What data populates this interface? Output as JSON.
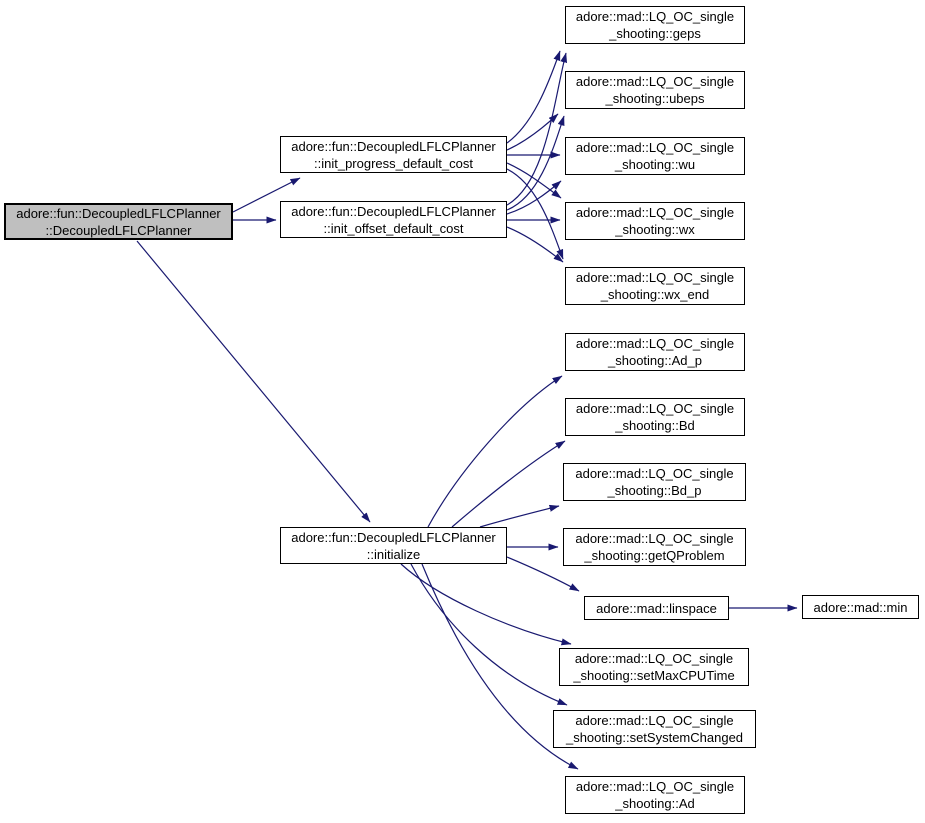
{
  "diagram": {
    "type": "call-graph",
    "colors": {
      "edge": "#191970",
      "node_border": "#000000",
      "node_fill": "#ffffff",
      "highlight_fill": "#bfbfbf",
      "background": "#ffffff",
      "text": "#000000"
    },
    "nodes": [
      {
        "id": "ctor",
        "label": "adore::fun::DecoupledLFLCPlanner\n::DecoupledLFLCPlanner",
        "highlighted": true
      },
      {
        "id": "initp",
        "label": "adore::fun::DecoupledLFLCPlanner\n::init_progress_default_cost",
        "highlighted": false
      },
      {
        "id": "inito",
        "label": "adore::fun::DecoupledLFLCPlanner\n::init_offset_default_cost",
        "highlighted": false
      },
      {
        "id": "initz",
        "label": "adore::fun::DecoupledLFLCPlanner\n::initialize",
        "highlighted": false
      },
      {
        "id": "geps",
        "label": "adore::mad::LQ_OC_single\n_shooting::geps",
        "highlighted": false
      },
      {
        "id": "ubeps",
        "label": "adore::mad::LQ_OC_single\n_shooting::ubeps",
        "highlighted": false
      },
      {
        "id": "wu",
        "label": "adore::mad::LQ_OC_single\n_shooting::wu",
        "highlighted": false
      },
      {
        "id": "wx",
        "label": "adore::mad::LQ_OC_single\n_shooting::wx",
        "highlighted": false
      },
      {
        "id": "wxend",
        "label": "adore::mad::LQ_OC_single\n_shooting::wx_end",
        "highlighted": false
      },
      {
        "id": "adp",
        "label": "adore::mad::LQ_OC_single\n_shooting::Ad_p",
        "highlighted": false
      },
      {
        "id": "bd",
        "label": "adore::mad::LQ_OC_single\n_shooting::Bd",
        "highlighted": false
      },
      {
        "id": "bdp",
        "label": "adore::mad::LQ_OC_single\n_shooting::Bd_p",
        "highlighted": false
      },
      {
        "id": "getq",
        "label": "adore::mad::LQ_OC_single\n_shooting::getQProblem",
        "highlighted": false
      },
      {
        "id": "linspace",
        "label": "adore::mad::linspace",
        "highlighted": false
      },
      {
        "id": "setmax",
        "label": "adore::mad::LQ_OC_single\n_shooting::setMaxCPUTime",
        "highlighted": false
      },
      {
        "id": "setsys",
        "label": "adore::mad::LQ_OC_single\n_shooting::setSystemChanged",
        "highlighted": false
      },
      {
        "id": "ad",
        "label": "adore::mad::LQ_OC_single\n_shooting::Ad",
        "highlighted": false
      },
      {
        "id": "min",
        "label": "adore::mad::min",
        "highlighted": false
      }
    ],
    "edges": [
      {
        "from": "ctor",
        "to": "initp"
      },
      {
        "from": "ctor",
        "to": "inito"
      },
      {
        "from": "ctor",
        "to": "initz"
      },
      {
        "from": "initp",
        "to": "geps"
      },
      {
        "from": "initp",
        "to": "ubeps"
      },
      {
        "from": "initp",
        "to": "wu"
      },
      {
        "from": "initp",
        "to": "wx"
      },
      {
        "from": "initp",
        "to": "wxend"
      },
      {
        "from": "inito",
        "to": "geps"
      },
      {
        "from": "inito",
        "to": "ubeps"
      },
      {
        "from": "inito",
        "to": "wu"
      },
      {
        "from": "inito",
        "to": "wx"
      },
      {
        "from": "inito",
        "to": "wxend"
      },
      {
        "from": "initz",
        "to": "adp"
      },
      {
        "from": "initz",
        "to": "bd"
      },
      {
        "from": "initz",
        "to": "bdp"
      },
      {
        "from": "initz",
        "to": "getq"
      },
      {
        "from": "initz",
        "to": "linspace"
      },
      {
        "from": "initz",
        "to": "setmax"
      },
      {
        "from": "initz",
        "to": "setsys"
      },
      {
        "from": "initz",
        "to": "ad"
      },
      {
        "from": "linspace",
        "to": "min"
      }
    ]
  }
}
